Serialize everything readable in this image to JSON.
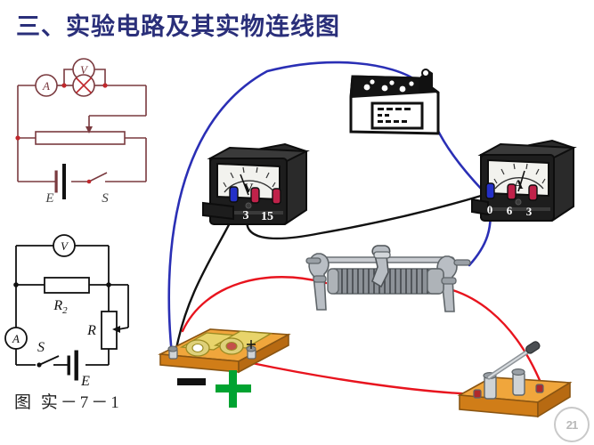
{
  "page": {
    "title": "三、实验电路及其实物连线图",
    "title_color": "#2a2f7a",
    "background": "#ffffff",
    "figure_caption": "图 实－7－1",
    "watermark_text": "21"
  },
  "schematic_top": {
    "name": "experiment-circuit-schematic-upper",
    "line_color": "#7a3a3f",
    "node_color": "#c0282d",
    "components": {
      "ammeter_label": "A",
      "voltmeter_label": "V",
      "lamp_label": "",
      "rheostat_label": "",
      "battery_label": "E",
      "switch_label": "S"
    }
  },
  "schematic_bottom": {
    "name": "experiment-circuit-schematic-lower",
    "line_color": "#111111",
    "components": {
      "voltmeter_label": "V",
      "ammeter_label": "A",
      "resistor_label": "R",
      "resistor_sub": "2",
      "rheostat_label": "R",
      "battery_label": "E",
      "switch_label": "S"
    }
  },
  "pictorial": {
    "name": "real-wiring-diagram",
    "voltmeter": {
      "dial_symbol": "V",
      "terminals": [
        {
          "label": "",
          "color": "#2430c8",
          "name": "voltmeter-terminal-negative"
        },
        {
          "label": "3",
          "color": "#c0224a",
          "name": "voltmeter-terminal-3v"
        },
        {
          "label": "15",
          "color": "#c0224a",
          "name": "voltmeter-terminal-15v"
        }
      ],
      "body_color": "#1d1d1d",
      "face_color": "#f2f2ee"
    },
    "ammeter": {
      "dial_symbol": "A",
      "terminals": [
        {
          "label": "0",
          "color": "#2430c8",
          "name": "ammeter-terminal-zero"
        },
        {
          "label": "6",
          "color": "#c0224a",
          "name": "ammeter-terminal-6a"
        },
        {
          "label": "3",
          "color": "#c0224a",
          "name": "ammeter-terminal-3a"
        }
      ],
      "body_color": "#1d1d1d",
      "face_color": "#f2f2ee"
    },
    "power_supply": {
      "name": "power-supply-box",
      "body_color": "#111111"
    },
    "rheostat": {
      "name": "sliding-rheostat",
      "body_color": "#9aa0a6"
    },
    "battery_holder": {
      "name": "battery-holder",
      "board_color": "#e8881a",
      "cell_color": "#e8d46b",
      "minus_symbol": "−",
      "plus_symbol": "+",
      "minus_color": "#111111",
      "plus_color": "#00a331"
    },
    "knife_switch": {
      "name": "knife-switch",
      "board_color": "#e8881a"
    },
    "wires": {
      "blue": "#2a2fb5",
      "black": "#121212",
      "red": "#e8141e"
    }
  }
}
